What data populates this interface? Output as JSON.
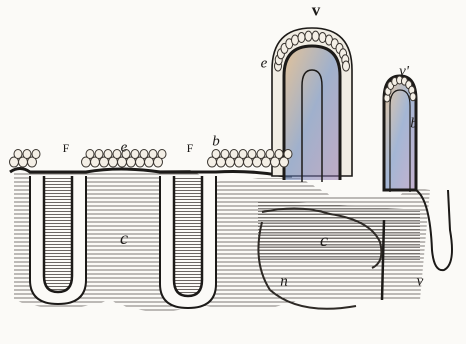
{
  "figure": {
    "labels": {
      "villus_top": "v",
      "villus_right": "v'",
      "epithelium_upper": "e",
      "epithelium_crypt": "e",
      "follicle_left": "F",
      "follicle_right": "F",
      "basement_left": "b",
      "basement_right": "b",
      "connective_left": "c",
      "connective_right": "c",
      "nerve": "n",
      "vessel_bottom": "v"
    },
    "colors": {
      "paper": "#fbfaf7",
      "ink": "#1c1a18",
      "hatch": "#6e6a66",
      "cell": "#f4efe6",
      "cell_stroke": "#3a3530",
      "tint_blue": "#5d7fb8",
      "tint_orange": "#d9a05a",
      "tint_purple": "#8f6aa6"
    }
  }
}
